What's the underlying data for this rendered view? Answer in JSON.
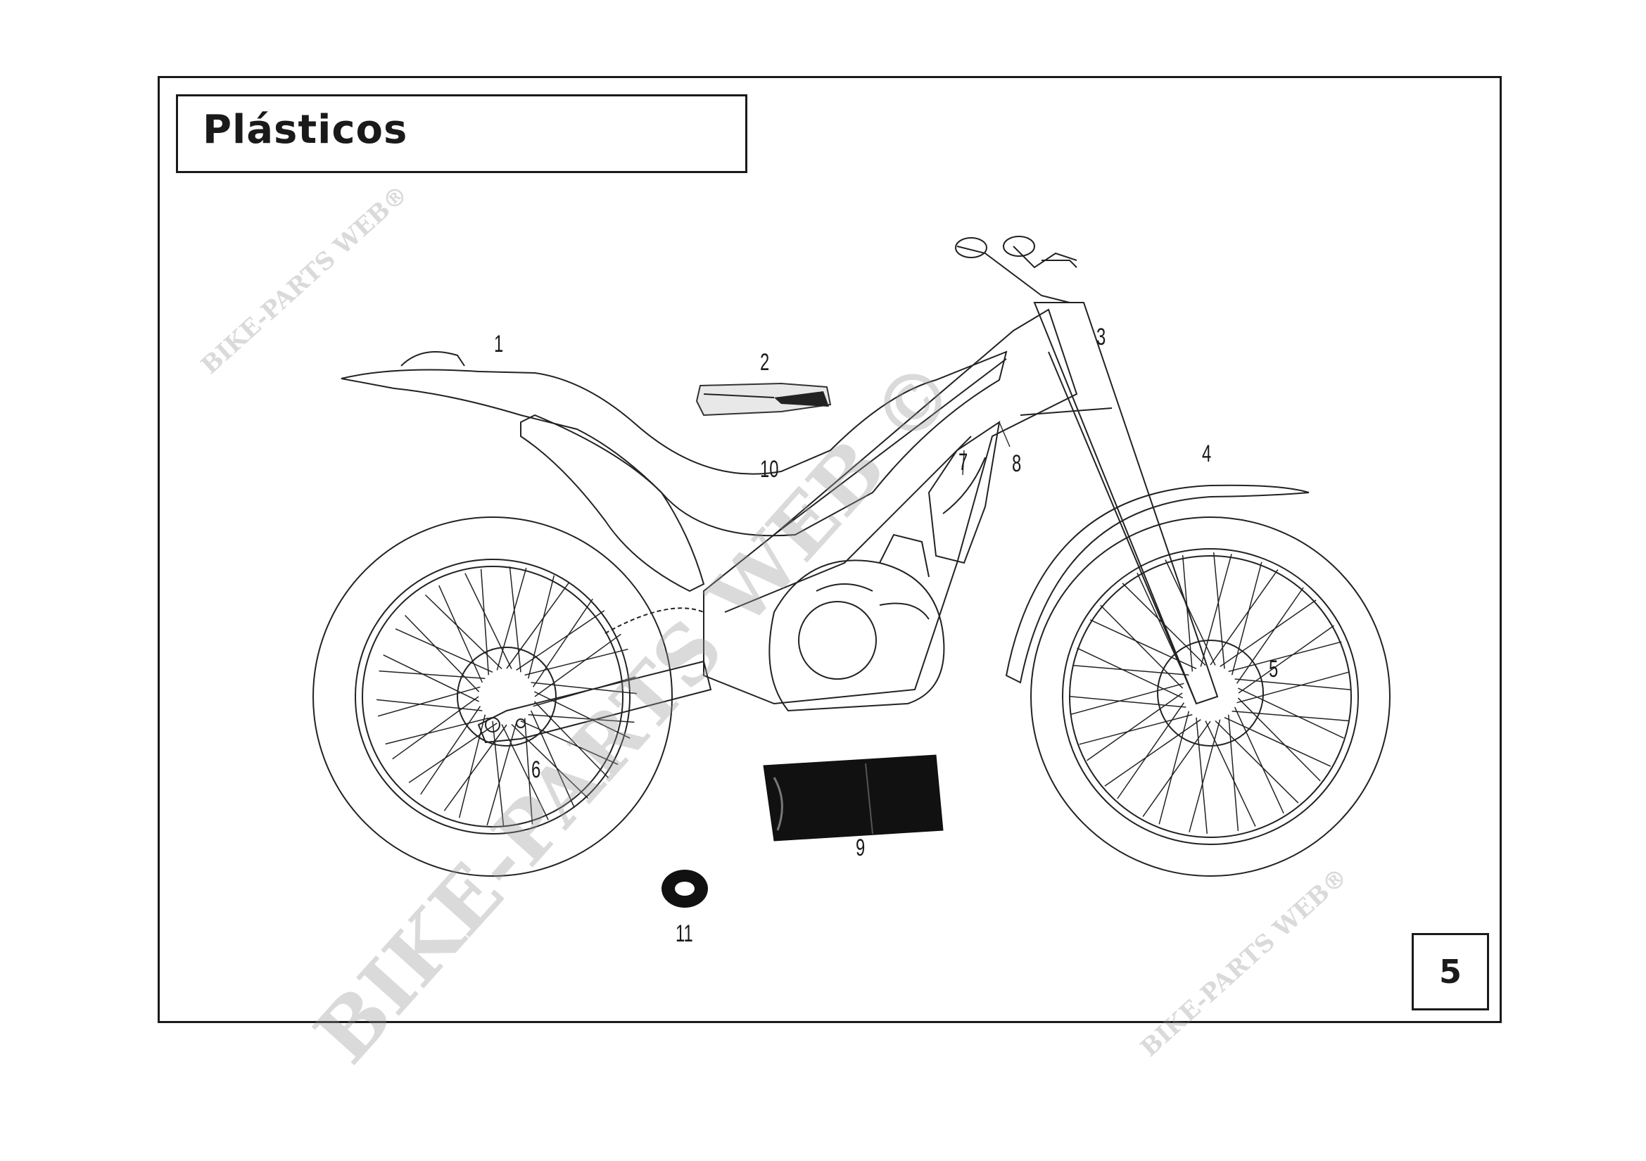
{
  "page": {
    "title": "Plásticos",
    "page_number": "5"
  },
  "callouts": [
    {
      "id": "1",
      "label": "1"
    },
    {
      "id": "2",
      "label": "2"
    },
    {
      "id": "3",
      "label": "3"
    },
    {
      "id": "4",
      "label": "4"
    },
    {
      "id": "5",
      "label": "5"
    },
    {
      "id": "6",
      "label": "6"
    },
    {
      "id": "7",
      "label": "7"
    },
    {
      "id": "8",
      "label": "8"
    },
    {
      "id": "9",
      "label": "9"
    },
    {
      "id": "10",
      "label": "10"
    },
    {
      "id": "11",
      "label": "11"
    }
  ],
  "watermarks": {
    "large": "BIKE-PARTS WEB ©",
    "small": "BIKE-PARTS WEB®"
  }
}
